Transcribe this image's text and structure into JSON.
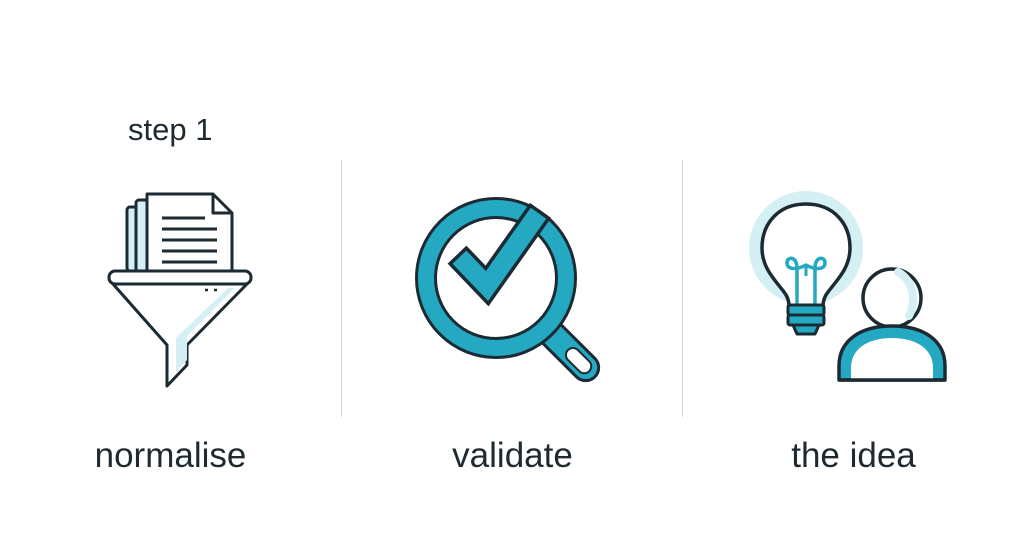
{
  "step_label": "step 1",
  "steps": [
    {
      "label": "normalise",
      "icon": "funnel-documents-icon"
    },
    {
      "label": "validate",
      "icon": "magnifier-checkmark-icon"
    },
    {
      "label": "the idea",
      "icon": "lightbulb-person-icon"
    }
  ],
  "colors": {
    "accent": "#25a9c2",
    "accent_light": "#d4f0f5",
    "outline": "#1b2a33",
    "text": "#1f2a30",
    "divider": "#d3dbde",
    "background": "#ffffff"
  }
}
